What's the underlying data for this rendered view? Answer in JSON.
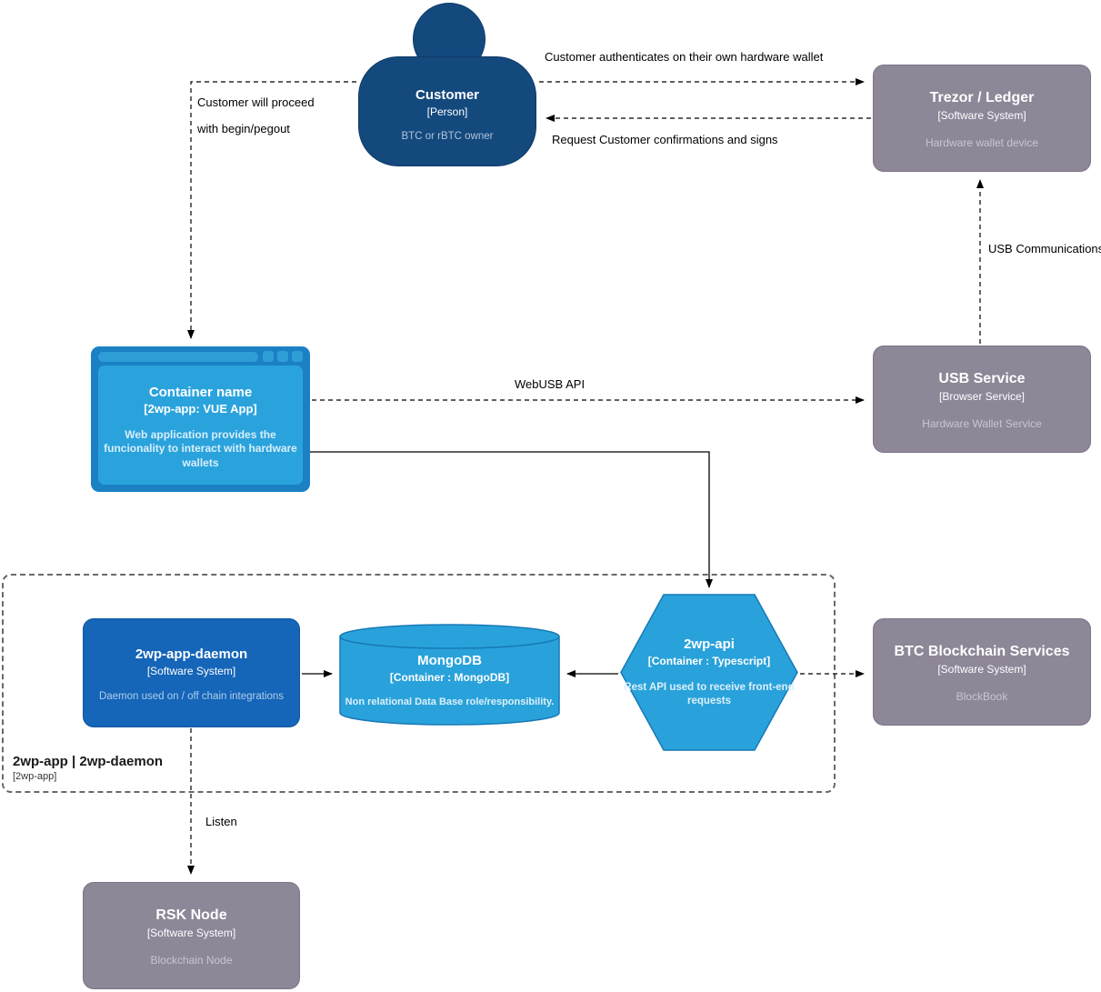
{
  "diagram": {
    "nodes": {
      "customer": {
        "title": "Customer",
        "subtitle": "[Person]",
        "description": "BTC or rBTC owner"
      },
      "trezor": {
        "title": "Trezor / Ledger",
        "subtitle": "[Software System]",
        "description": "Hardware wallet device"
      },
      "container": {
        "title": "Container name",
        "subtitle": "[2wp-app: VUE App]",
        "description": "Web application provides the funcionality to interact with hardware wallets"
      },
      "usb_service": {
        "title": "USB Service",
        "subtitle": "[Browser Service]",
        "description": "Hardware Wallet Service"
      },
      "daemon": {
        "title": "2wp-app-daemon",
        "subtitle": "[Software System]",
        "description": "Daemon used on / off chain integrations"
      },
      "mongodb": {
        "title": "MongoDB",
        "subtitle": "[Container : MongoDB]",
        "description": "Non relational Data Base role/responsibility."
      },
      "api": {
        "title": "2wp-api",
        "subtitle": "[Container : Typescript]",
        "description": "Rest API used to receive front-end requests"
      },
      "btc": {
        "title": "BTC Blockchain Services",
        "subtitle": "[Software System]",
        "description": "BlockBook"
      },
      "rsk": {
        "title": "RSK Node",
        "subtitle": "[Software System]",
        "description": "Blockchain Node"
      }
    },
    "group": {
      "title": "2wp-app | 2wp-daemon",
      "subtitle": "[2wp-app]"
    },
    "edges": {
      "authenticates": "Customer authenticates on their own hardware wallet",
      "confirmations": "Request Customer confirmations and signs",
      "proceed_line1": "Customer will proceed",
      "proceed_line2": "with begin/pegout",
      "usb_comms": "USB Communications",
      "webusb": "WebUSB API",
      "listen": "Listen"
    },
    "colors": {
      "person_navy": "#14497E",
      "external_gray": "#8E8798",
      "daemon_blue": "#1565B8",
      "container_light_blue": "#29A2DB",
      "browser_frame_blue": "#1B80C4",
      "connector_black": "#000000",
      "group_border_gray": "#666A6D"
    }
  }
}
